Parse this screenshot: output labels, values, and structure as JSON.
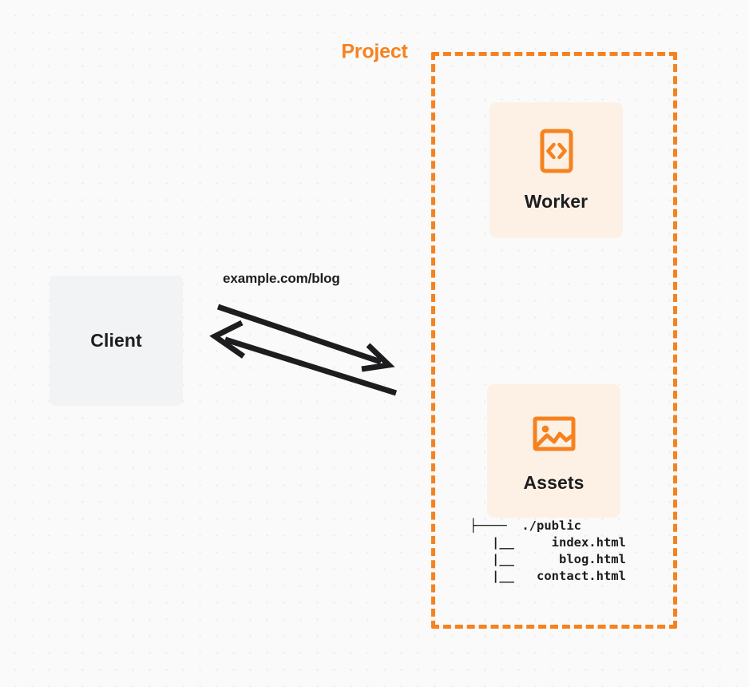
{
  "diagram": {
    "background_color": "#fafafa",
    "dot_color": "#e9e9ea",
    "accent_color": "#f6821f",
    "card_bg_color": "#fdf1e5",
    "client_bg_color": "#f2f3f5",
    "text_color": "#1d1d1f",
    "arrow_color": "#1d1d1f"
  },
  "client": {
    "label": "Client"
  },
  "project": {
    "title": "Project",
    "nodes": [
      {
        "id": "worker",
        "label": "Worker",
        "icon": "code-brackets-icon"
      },
      {
        "id": "assets",
        "label": "Assets",
        "icon": "image-picture-icon"
      }
    ]
  },
  "file_tree": {
    "lines": [
      "├────  ./public",
      "   |__     index.html",
      "   |__      blog.html",
      "   |__   contact.html"
    ],
    "text": "├────  ./public\n   |__     index.html\n   |__      blog.html\n   |__   contact.html"
  },
  "connections": [
    {
      "id": "request",
      "label": "example.com/blog",
      "from": "client",
      "to": "project",
      "direction": "right"
    },
    {
      "id": "response",
      "label": "",
      "from": "project",
      "to": "client",
      "direction": "left"
    }
  ]
}
